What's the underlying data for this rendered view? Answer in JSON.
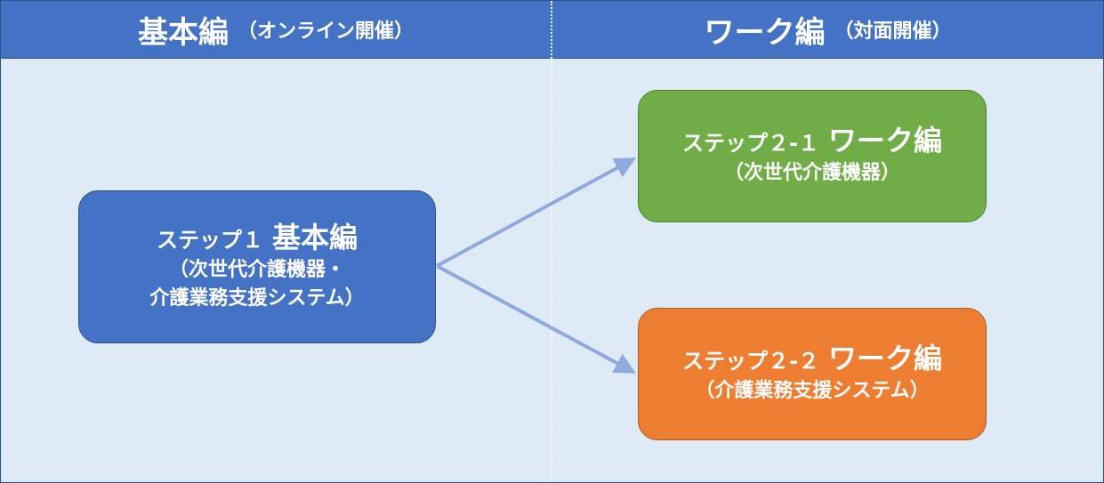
{
  "header": {
    "left_title": "基本編",
    "left_note": "（オンライン開催）",
    "right_title": "ワーク編",
    "right_note": "（対面開催）"
  },
  "steps": [
    {
      "id": "step1",
      "prefix": "ステップ１",
      "title": "基本編",
      "lines": [
        "（次世代介護機器・",
        "介護業務支援システム）"
      ],
      "color": "#4472C4"
    },
    {
      "id": "step2-1",
      "prefix": "ステップ２-１",
      "title": "ワーク編",
      "lines": [
        "（次世代介護機器）"
      ],
      "color": "#70AD47"
    },
    {
      "id": "step2-2",
      "prefix": "ステップ２-２",
      "title": "ワーク編",
      "lines": [
        "（介護業務支援システム）"
      ],
      "color": "#ED7D31"
    }
  ],
  "colors": {
    "header": "#4472C4",
    "panel": "#DEEAF6",
    "arrow": "#8FAADC"
  }
}
